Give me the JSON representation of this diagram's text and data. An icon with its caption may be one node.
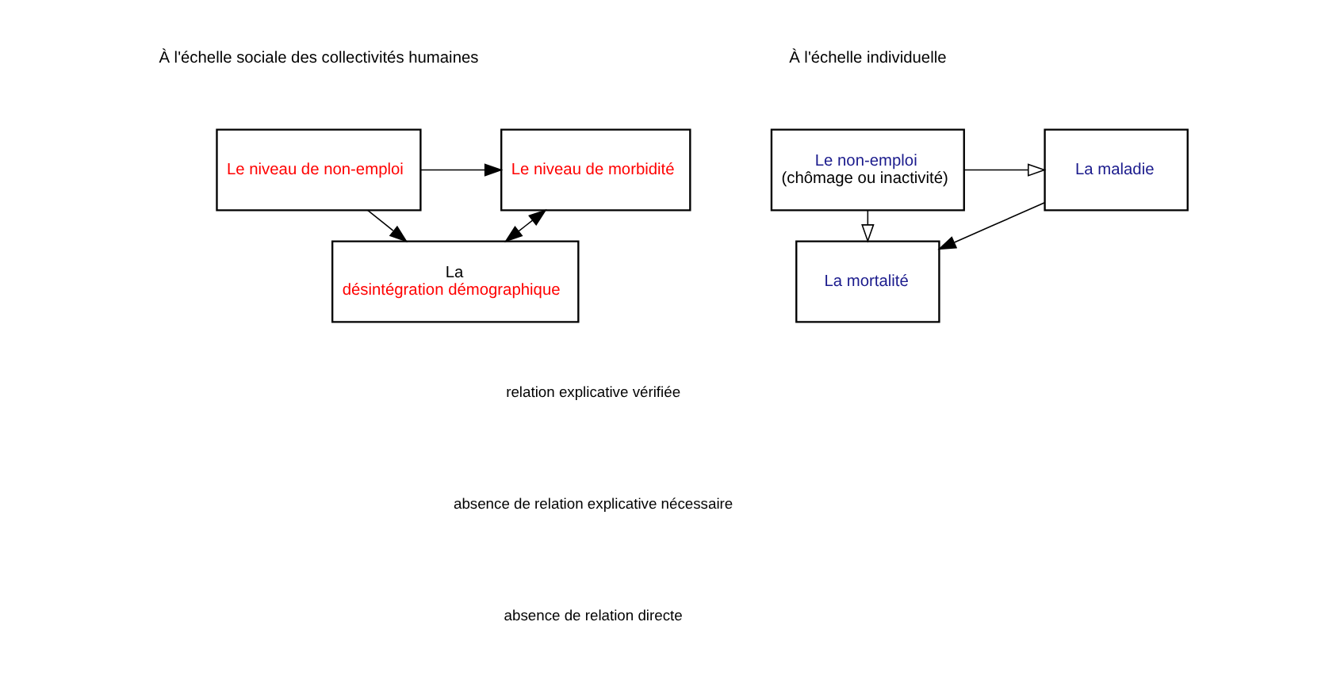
{
  "diagram": {
    "nodes": [
      {
        "text": [
          "Le niveau de non-emploi"
        ]
      },
      {
        "text": [
          "Le niveau de morbidité"
        ]
      },
      {
        "text": [
          "La",
          "désintégration démographique"
        ]
      },
      {
        "text": [
          "Le non-emploi",
          "(chômage ou inactivité)"
        ]
      },
      {
        "text": [
          "La maladie"
        ]
      },
      {
        "text": [
          "La mortalité"
        ]
      }
    ],
    "edges": [
      {
        "from": 0,
        "to": 1,
        "arrow": "to"
      },
      {
        "from": 0,
        "to": 2,
        "arrow": "to"
      },
      {
        "from": 2,
        "to": 1,
        "arrow": "both"
      },
      {
        "from": 3,
        "to": 4,
        "arrow": "to"
      },
      {
        "from": 3,
        "to": 5,
        "arrow": "to"
      },
      {
        "from": 4,
        "to": 5,
        "arrow": "to"
      }
    ],
    "labels": [
      "À l'échelle sociale des collectivités humaines",
      "À l'échelle individuelle"
    ],
    "legend": [
      {
        "text": "relation explicative vérifiée"
      },
      {
        "text": "absence de relation explicative nécessaire"
      },
      {
        "text": "absence de relation directe"
      }
    ]
  }
}
